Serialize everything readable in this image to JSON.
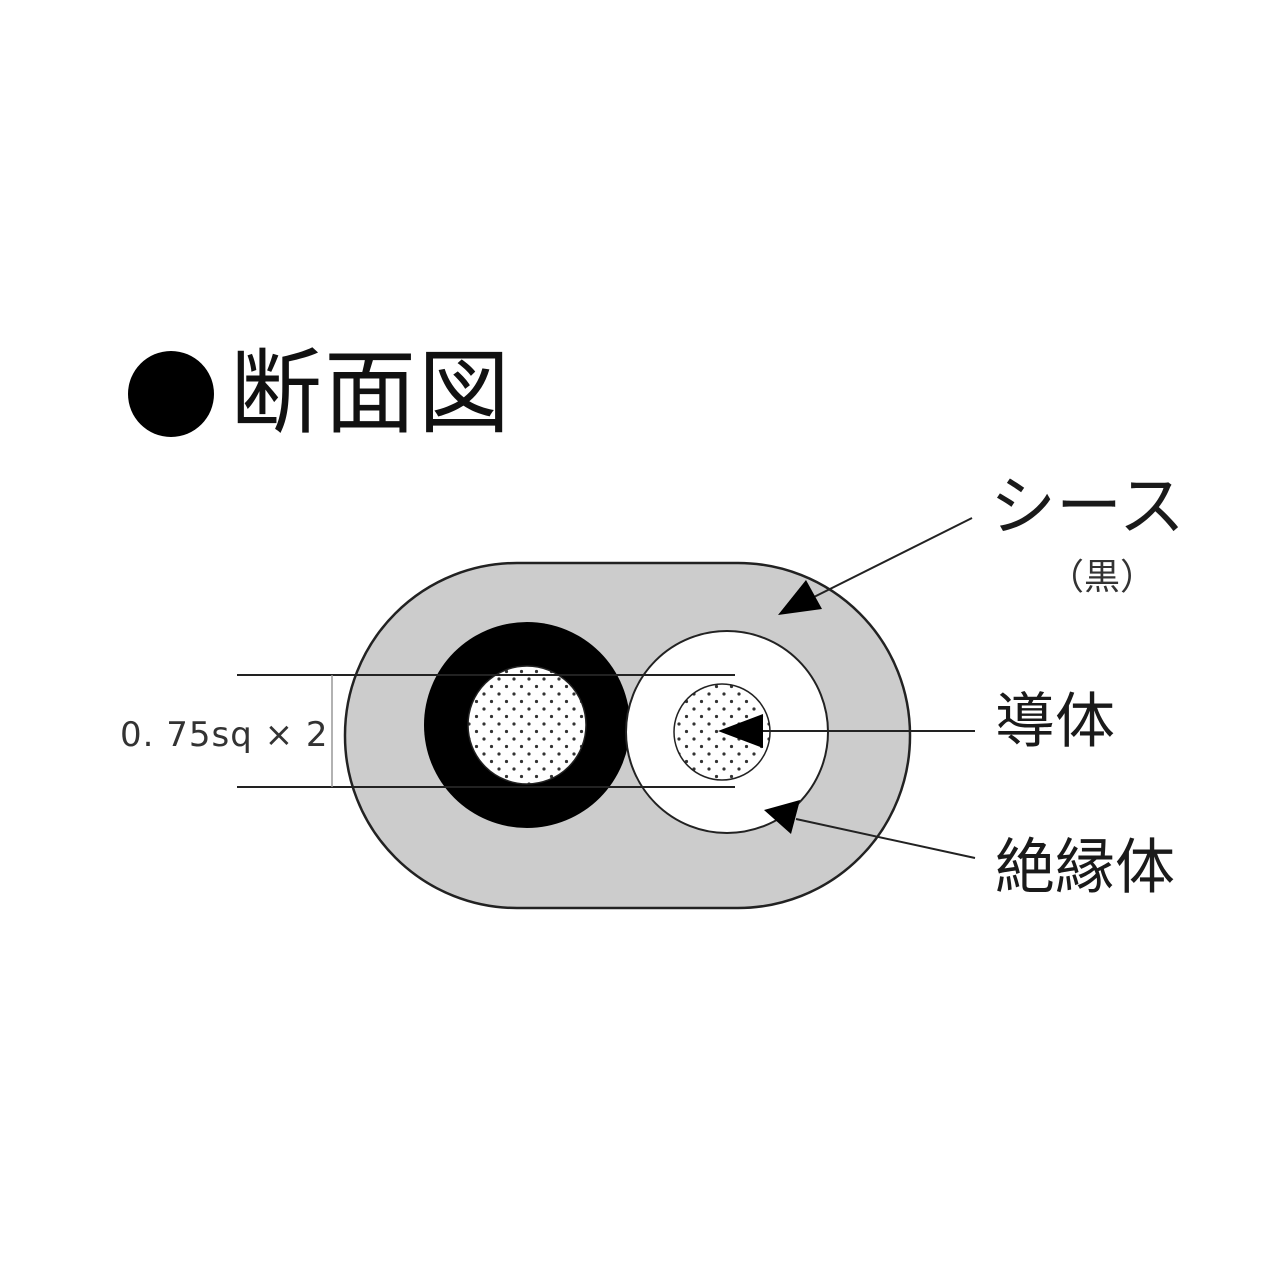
{
  "heading": {
    "bullet_icon": "black-circle-bullet",
    "text": "断面図"
  },
  "labels": {
    "sheath": "シース",
    "sheath_color": "（黒）",
    "conductor": "導体",
    "insulator": "絶縁体",
    "conductor_size": "0. 75sq × 2"
  },
  "colors": {
    "sheath": "#cccccc",
    "insulator_left": "#000000",
    "insulator_right": "#ffffff",
    "conductor_fill": "#ffffff",
    "conductor_dots": "#333333",
    "outline": "#222222"
  }
}
